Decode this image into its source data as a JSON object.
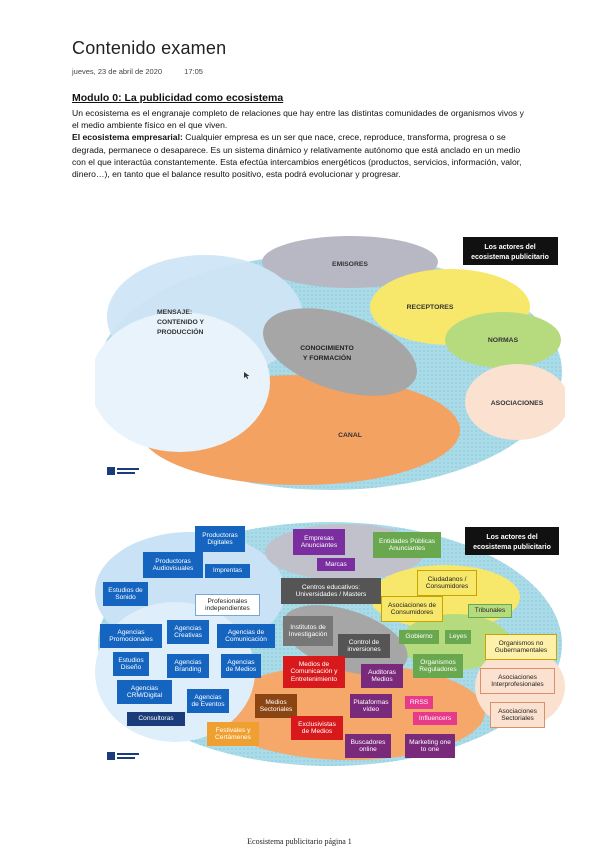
{
  "page": {
    "title": "Contenido examen",
    "date": "jueves, 23 de abril de 2020",
    "time": "17:05",
    "heading": "Modulo 0: La publicidad como ecosistema",
    "para1": "Un ecosistema es el engranaje completo de relaciones que hay entre las distintas comunidades de organismos vivos y el medio ambiente físico en el que viven.",
    "para2_bold": "El ecosistema empresarial:",
    "para2_rest": " Cualquier empresa es un ser que nace, crece, reproduce, transforma, progresa o se degrada, permanece o desaparece. Es un sistema dinámico y relativamente autónomo que está anclado en un medio con el que interactúa constantemente. Esta efectúa intercambios energéticos (productos, servicios, información, valor, dinero…), en tanto que el balance resulto positivo, esta podrá evolucionar y progresar.",
    "footer": "Ecosistema publicitario página 1"
  },
  "diagram1": {
    "badge_line1": "Los actores del",
    "badge_line2": "ecosistema publicitario",
    "emisores": "EMISORES",
    "mensaje_line1": "MENSAJE:",
    "mensaje_line2": "CONTENIDO Y",
    "mensaje_line3": "PRODUCCIÓN",
    "receptores": "RECEPTORES",
    "normas": "NORMAS",
    "conocimiento_line1": "CONOCIMIENTO",
    "conocimiento_line2": "Y FORMACIÓN",
    "asociaciones": "ASOCIACIONES",
    "canal": "CANAL"
  },
  "diagram2": {
    "badge_line1": "Los actores del",
    "badge_line2": "ecosistema publicitario",
    "labels": {
      "productoras_digitales": "Productoras Digitales",
      "productoras_audiovisuales": "Productoras Audiovisuales",
      "imprentas": "Imprentas",
      "estudios_sonido": "Estudios de Sonido",
      "profesionales": "Profesionales independientes",
      "empresas": "Empresas Anunciantes",
      "entidades": "Entidades Públicas Anunciantes",
      "marcas": "Marcas",
      "centros": "Centros educativos: Universidades / Masters",
      "ciudadanos": "Ciudadanos / Consumidores",
      "asoc_consumidores": "Asociaciones de Consumidores",
      "tribunales": "Tribunales",
      "gobierno": "Gobierno",
      "leyes": "Leyes",
      "organismos_reg": "Organismos Reguladores",
      "organismos_no": "Organismos no Gubernamentales",
      "asoc_inter": "Asociaciones Interprofesionales",
      "asoc_sect": "Asociaciones Sectoriales",
      "ag_promo": "Agencias Promocionales",
      "ag_creativas": "Agencias Creativas",
      "ag_comunicacion": "Agencias de Comunicación",
      "institutos": "Institutos de Investigación",
      "control": "Control de inversiones",
      "est_diseno": "Estudios Diseño",
      "ag_branding": "Agencias Branding",
      "ag_medios": "Agencias de Medios",
      "medios_com": "Medios de Comunicación y Entretenimiento",
      "auditoras": "Auditoras Medios",
      "ag_crm": "Agencias CRM/Digital",
      "ag_eventos": "Agencias de Eventos",
      "medios_sect": "Medios Sectoriales",
      "plataformas": "Plataformas vídeo",
      "rrss": "RRSS",
      "influencers": "Influencers",
      "consultoras": "Consultoras",
      "festivales": "Festivales y Certámenes",
      "exclusivistas": "Exclusivistas de Medios",
      "buscadores": "Buscadores online",
      "marketing": "Marketing one to one"
    }
  },
  "colors": {
    "sea": "#a9dbe8",
    "dark_blue": "#1565c0",
    "purple": "#7b2ea0",
    "green": "#6aa84f",
    "orange_bg": "#f4a261",
    "red": "#d7191c"
  }
}
